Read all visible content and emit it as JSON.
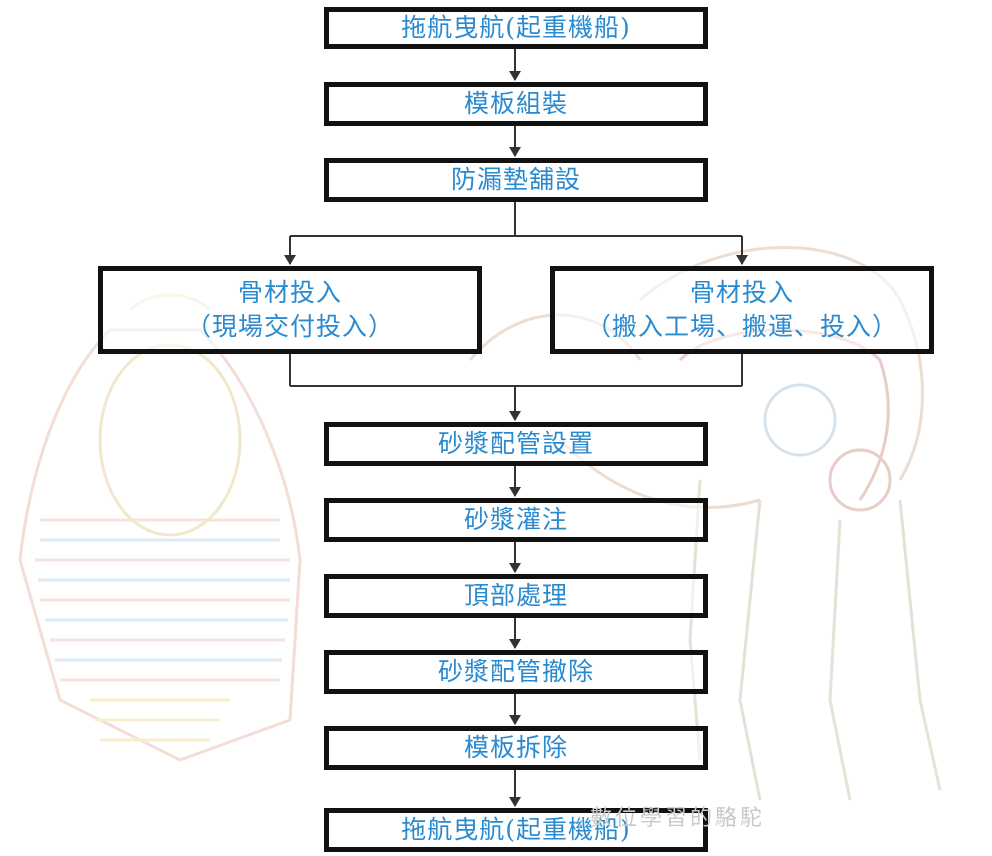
{
  "steps": {
    "s1": "拖航曳航(起重機船)",
    "s2": "模板組裝",
    "s3": "防漏墊舖設",
    "s4a": {
      "line1": "骨材投入",
      "line2": "（現場交付投入）"
    },
    "s4b": {
      "line1": "骨材投入",
      "line2": "（搬入工場、搬運、投入）"
    },
    "s5": "砂漿配管設置",
    "s6": "砂漿灌注",
    "s7": "頂部處理",
    "s8": "砂漿配管撤除",
    "s9": "模板拆除",
    "s10": "拖航曳航(起重機船)"
  },
  "watermark": "數位學習的駱駝",
  "colors": {
    "text": "#2a8ad0",
    "border": "#111111",
    "arrow": "#333333"
  }
}
